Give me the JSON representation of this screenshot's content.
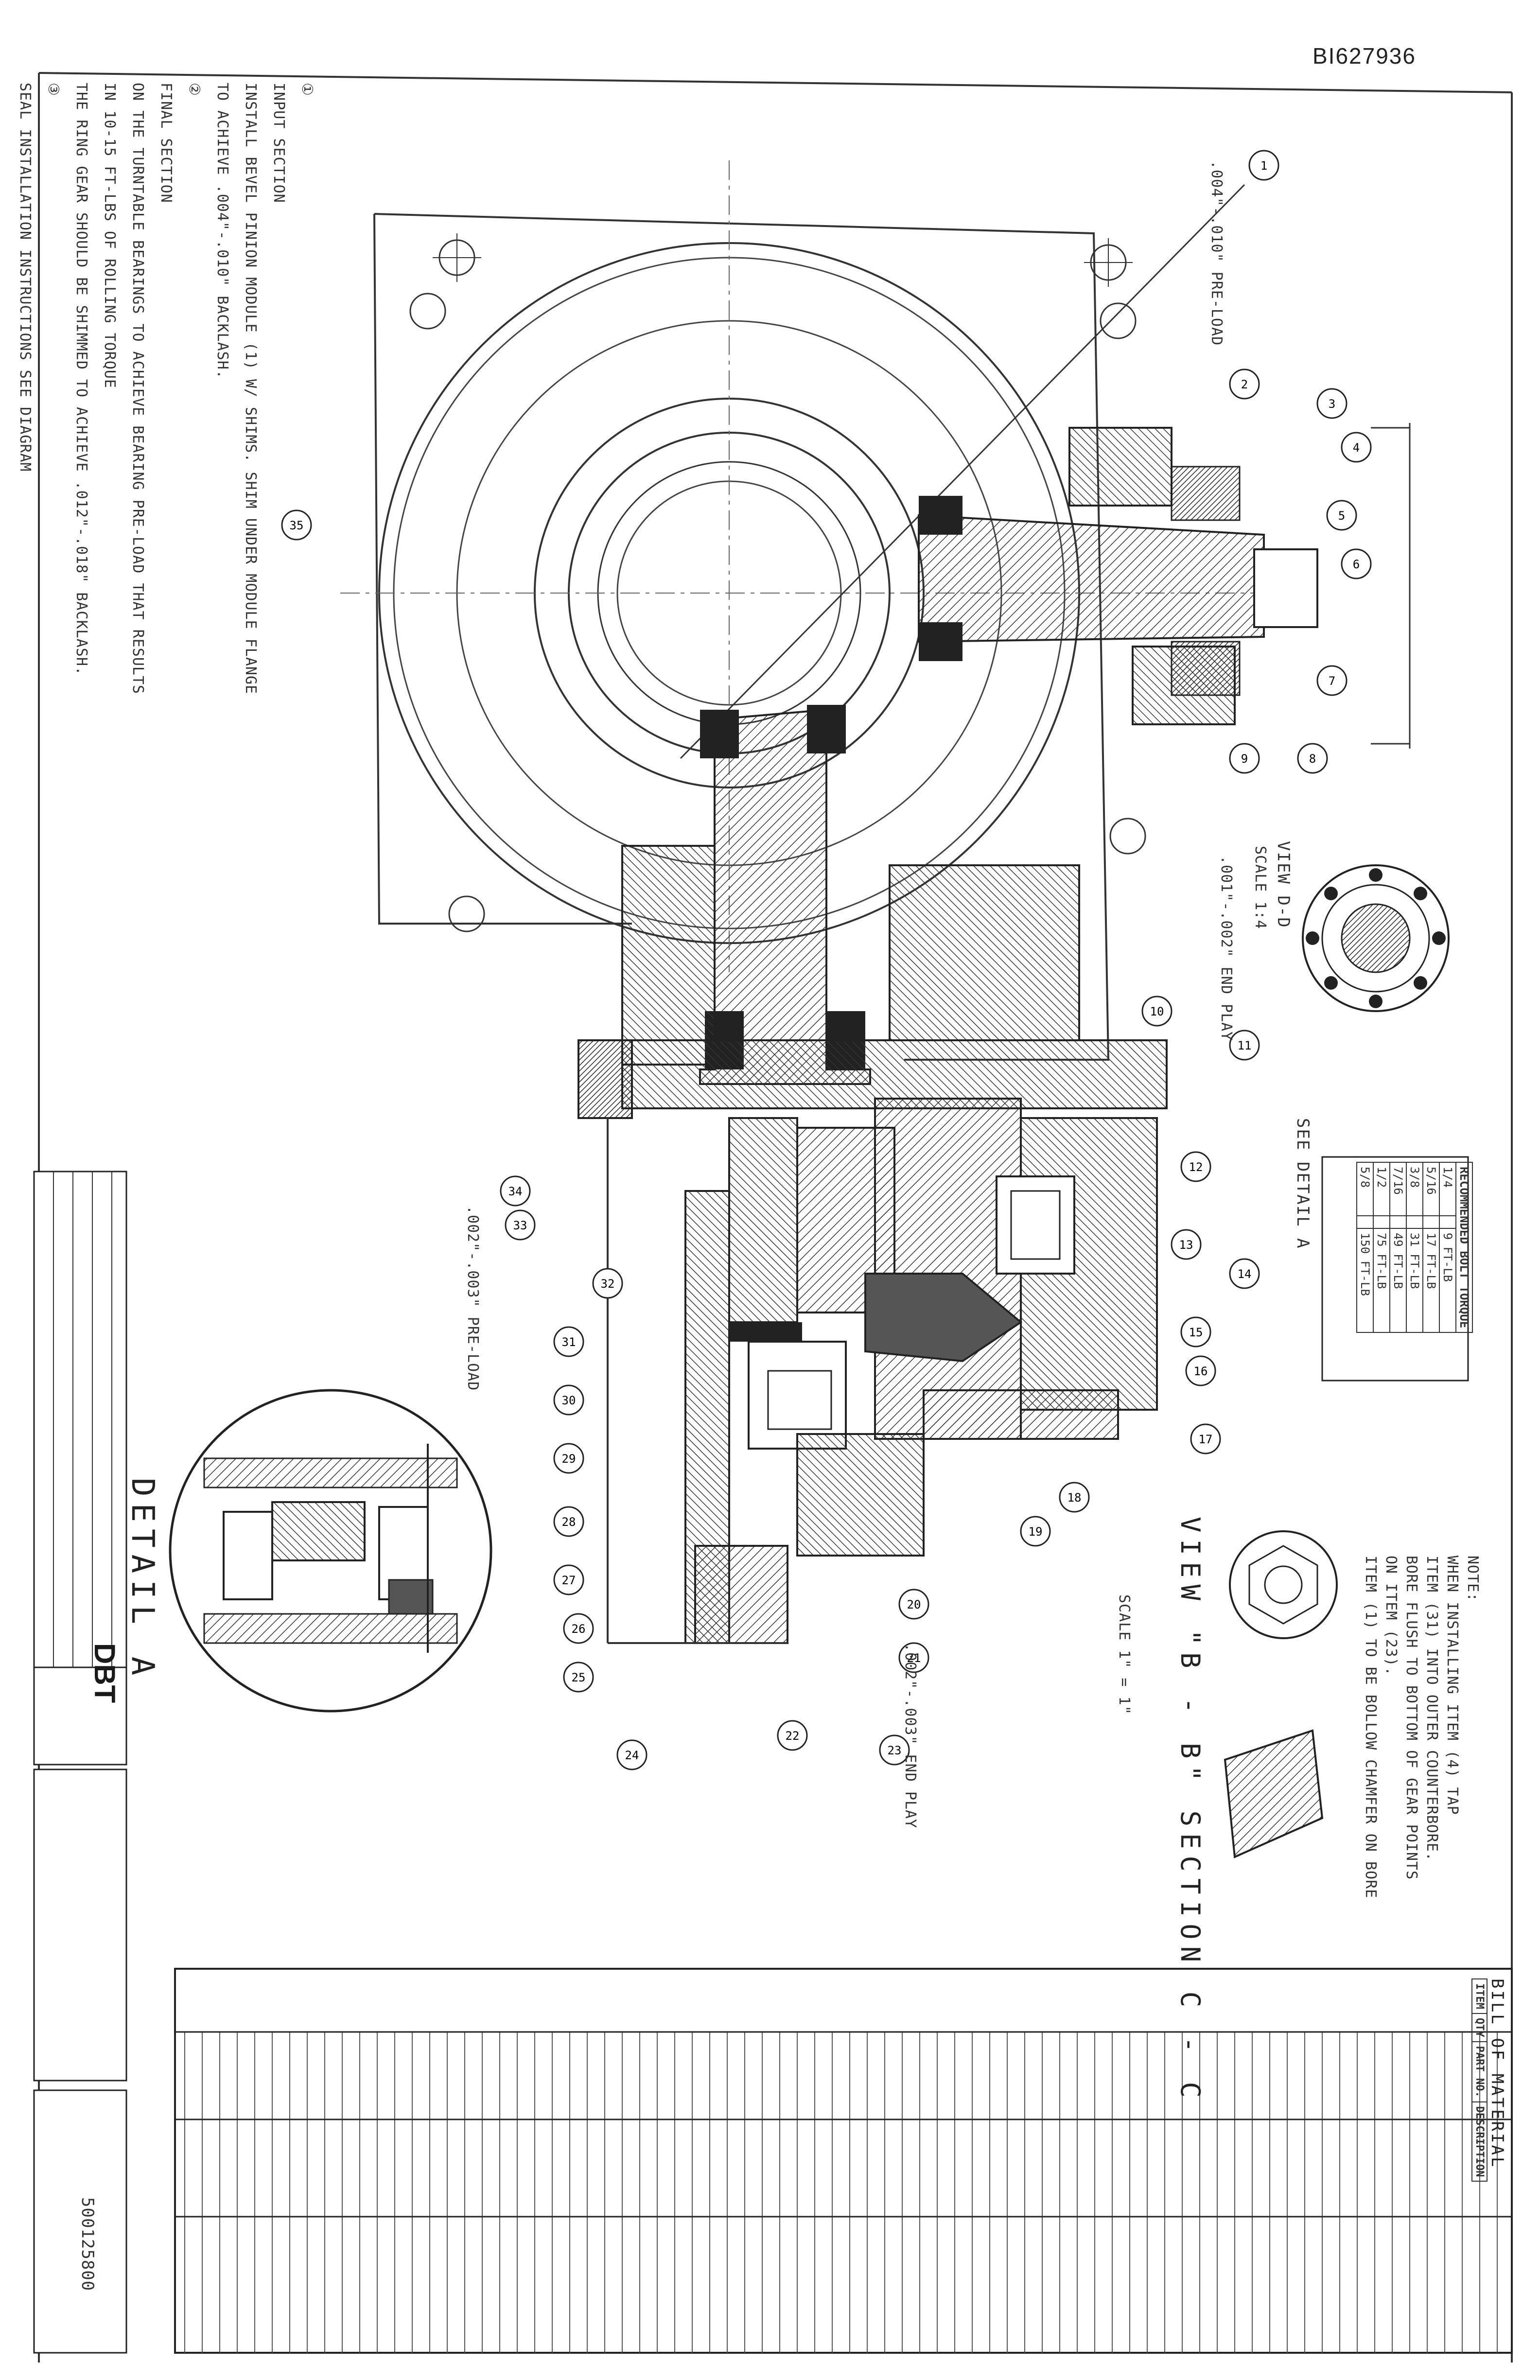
{
  "drawing_id": "BI627936",
  "notes": {
    "items": [
      "①",
      "INPUT SECTION",
      "INSTALL BEVEL PINION MODULE (1) W/ SHIMS. SHIM UNDER MODULE FLANGE",
      "TO ACHIEVE .004\"-.010\" BACKLASH.",
      "②",
      "FINAL SECTION",
      "ON THE TURNTABLE BEARINGS TO ACHIEVE BEARING PRE-LOAD THAT RESULTS",
      "IN 10-15 FT-LBS OF ROLLING TORQUE",
      "THE RING GEAR SHOULD BE SHIMMED TO ACHIEVE .012\"-.018\" BACKLASH.",
      "③",
      "SEAL INSTALLATION INSTRUCTIONS SEE DIAGRAM"
    ]
  },
  "views": {
    "view_dd_title": "VIEW D-D",
    "view_dd_scale": "SCALE 1:4",
    "view_bb_title": "VIEW \"B - B\"  SECTION C - C",
    "view_bb_scale": "SCALE 1\" = 1\"",
    "detail_a_title": "DETAIL A",
    "see_detail_a": "SEE DETAIL A"
  },
  "torque_table": {
    "title": "RECOMMENDED BOLT TORQUE",
    "rows": [
      [
        "1/4",
        "",
        "9 FT-LB"
      ],
      [
        "5/16",
        "",
        "17 FT-LB"
      ],
      [
        "3/8",
        "",
        "31 FT-LB"
      ],
      [
        "7/16",
        "",
        "49 FT-LB"
      ],
      [
        "1/2",
        "",
        "75 FT-LB"
      ],
      [
        "5/8",
        "",
        "150 FT-LB"
      ]
    ]
  },
  "note2": {
    "items": [
      "NOTE:",
      "WHEN INSTALLING ITEM (4) TAP",
      "ITEM (31) INTO OUTER COUNTERBORE.",
      "BORE FLUSH TO BOTTOM OF GEAR POINTS",
      "ON ITEM (23).",
      "ITEM (1) TO BE BOLLOW CHAMFER ON BORE"
    ]
  },
  "balloons": [
    "1",
    "2",
    "3",
    "4",
    "5",
    "6",
    "7",
    "8",
    "9",
    "10",
    "11",
    "12",
    "13",
    "14",
    "15",
    "16",
    "17",
    "18",
    "19",
    "20",
    "21",
    "22",
    "23",
    "24",
    "25",
    "26",
    "27",
    "28",
    "29",
    "30",
    "31",
    "32",
    "33",
    "34",
    "35"
  ],
  "bom": {
    "title": "BILL OF MATERIAL",
    "headers": [
      "ITEM",
      "QTY",
      "PART NO.",
      "DESCRIPTION"
    ]
  },
  "dim_labels": {
    "preload1": ".004\"-.010\" PRE-LOAD",
    "preload2": ".001\"-.002\" END PLAY",
    "preload3": ".002\"-.003\" PRE-LOAD",
    "preload4": ".002\"-.003\" END PLAY"
  },
  "title_block": {
    "company": "DBT",
    "drawing_no": "500125800"
  }
}
